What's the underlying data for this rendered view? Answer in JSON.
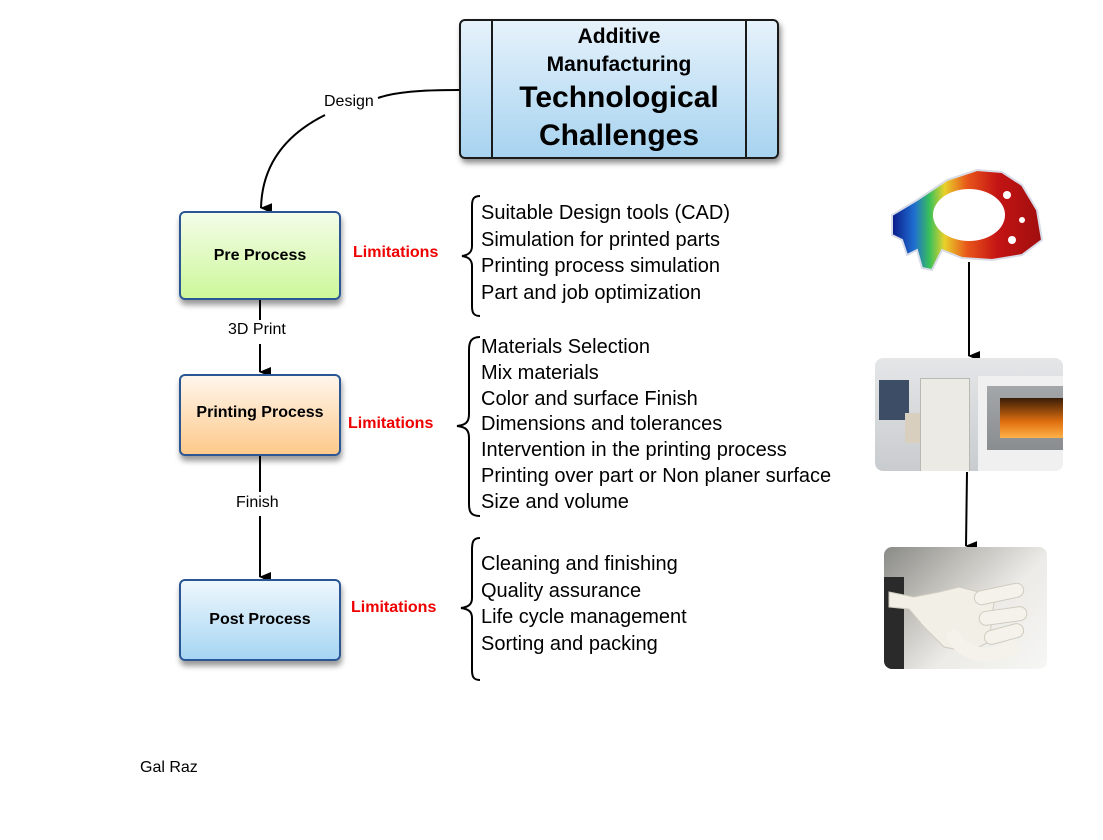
{
  "title": {
    "line1": "Additive",
    "line2": "Manufacturing",
    "line3": "Technological",
    "line4": "Challenges"
  },
  "connectors": {
    "design": "Design",
    "print": "3D Print",
    "finish": "Finish"
  },
  "processes": [
    {
      "label": "Pre Process",
      "limitations_label": "Limitations",
      "items": [
        "Suitable Design tools (CAD)",
        "Simulation for printed parts",
        "Printing process simulation",
        "Part and job optimization"
      ]
    },
    {
      "label": "Printing Process",
      "limitations_label": "Limitations",
      "items": [
        "Materials Selection",
        "Mix materials",
        "Color and surface Finish",
        "Dimensions and tolerances",
        "Intervention in the printing process",
        "Printing over part or Non planer surface",
        "Size and volume"
      ]
    },
    {
      "label": "Post Process",
      "limitations_label": "Limitations",
      "items": [
        "Cleaning and finishing",
        "Quality assurance",
        "Life cycle management",
        "Sorting and packing"
      ]
    }
  ],
  "images": [
    {
      "icon": "simulation-part-image"
    },
    {
      "icon": "3d-printer-machine-image"
    },
    {
      "icon": "printed-part-in-powder-image"
    }
  ],
  "credit": "Gal Raz",
  "colors": {
    "limitations": "#ee0000",
    "box_border": "#2a5694",
    "pre_fill": "#ccf79a",
    "print_fill": "#fdc98a",
    "post_fill": "#a6d5f3",
    "title_fill": "#a7d3f0"
  }
}
